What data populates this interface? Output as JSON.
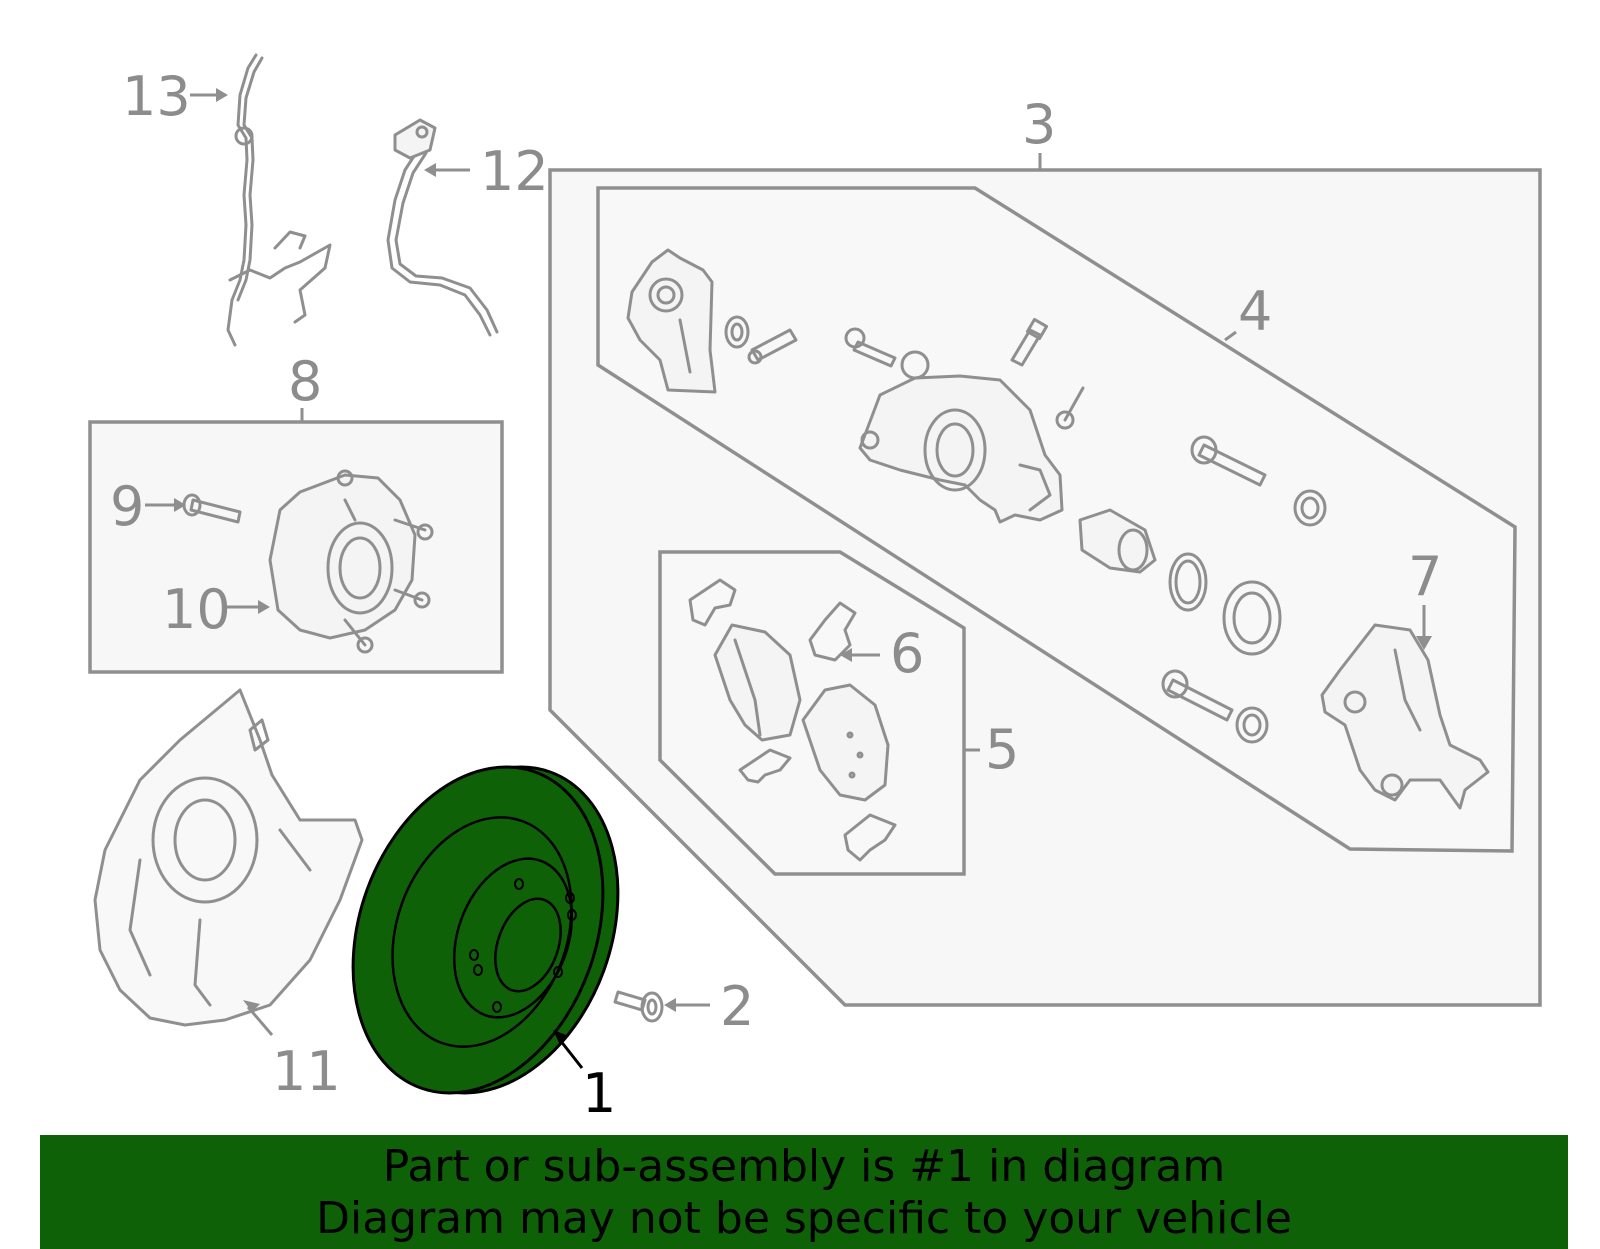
{
  "diagram": {
    "callouts": {
      "n1": "1",
      "n2": "2",
      "n3": "3",
      "n4": "4",
      "n5": "5",
      "n6": "6",
      "n7": "7",
      "n8": "8",
      "n9": "9",
      "n10": "10",
      "n11": "11",
      "n12": "12",
      "n13": "13"
    },
    "highlighted_part": "1",
    "highlight_color": "#0f6108",
    "line_color": "#8f8f8f"
  },
  "banner": {
    "line1": "Part or sub-assembly is #1 in diagram",
    "line2": "Diagram may not be specific to your vehicle",
    "background": "#0f6108"
  }
}
